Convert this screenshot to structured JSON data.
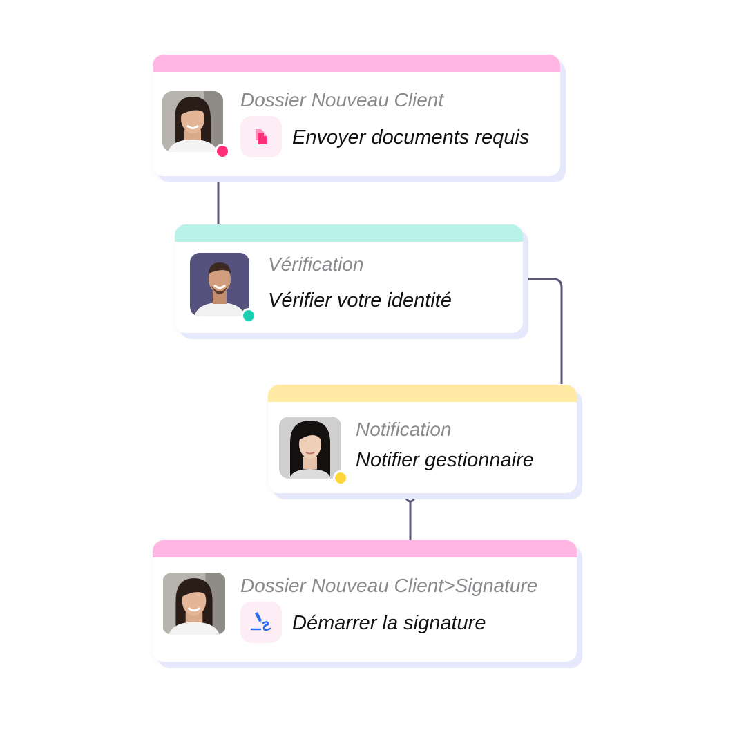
{
  "colors": {
    "pink": "#ffb6e2",
    "mint": "#b8f2e9",
    "yellow": "#ffe9a3",
    "connector": "#5a5877",
    "dot_pink": "#ff2e78",
    "dot_teal": "#1ccfb2",
    "dot_yellow": "#ffd639"
  },
  "steps": [
    {
      "title": "Dossier Nouveau Client",
      "task": "Envoyer documents requis",
      "task_icon": "document-copy-icon",
      "avatar": "woman-dark-hair-avatar",
      "status": "pink"
    },
    {
      "title": "Vérification",
      "task": "Vérifier votre identité",
      "avatar": "smiling-man-avatar",
      "status": "teal"
    },
    {
      "title": "Notification",
      "task": "Notifier gestionnaire",
      "avatar": "asian-woman-avatar",
      "status": "yellow"
    },
    {
      "title": "Dossier Nouveau Client>Signature",
      "task": "Démarrer la signature",
      "task_icon": "signature-pen-icon",
      "avatar": "woman-dark-hair-avatar"
    }
  ]
}
